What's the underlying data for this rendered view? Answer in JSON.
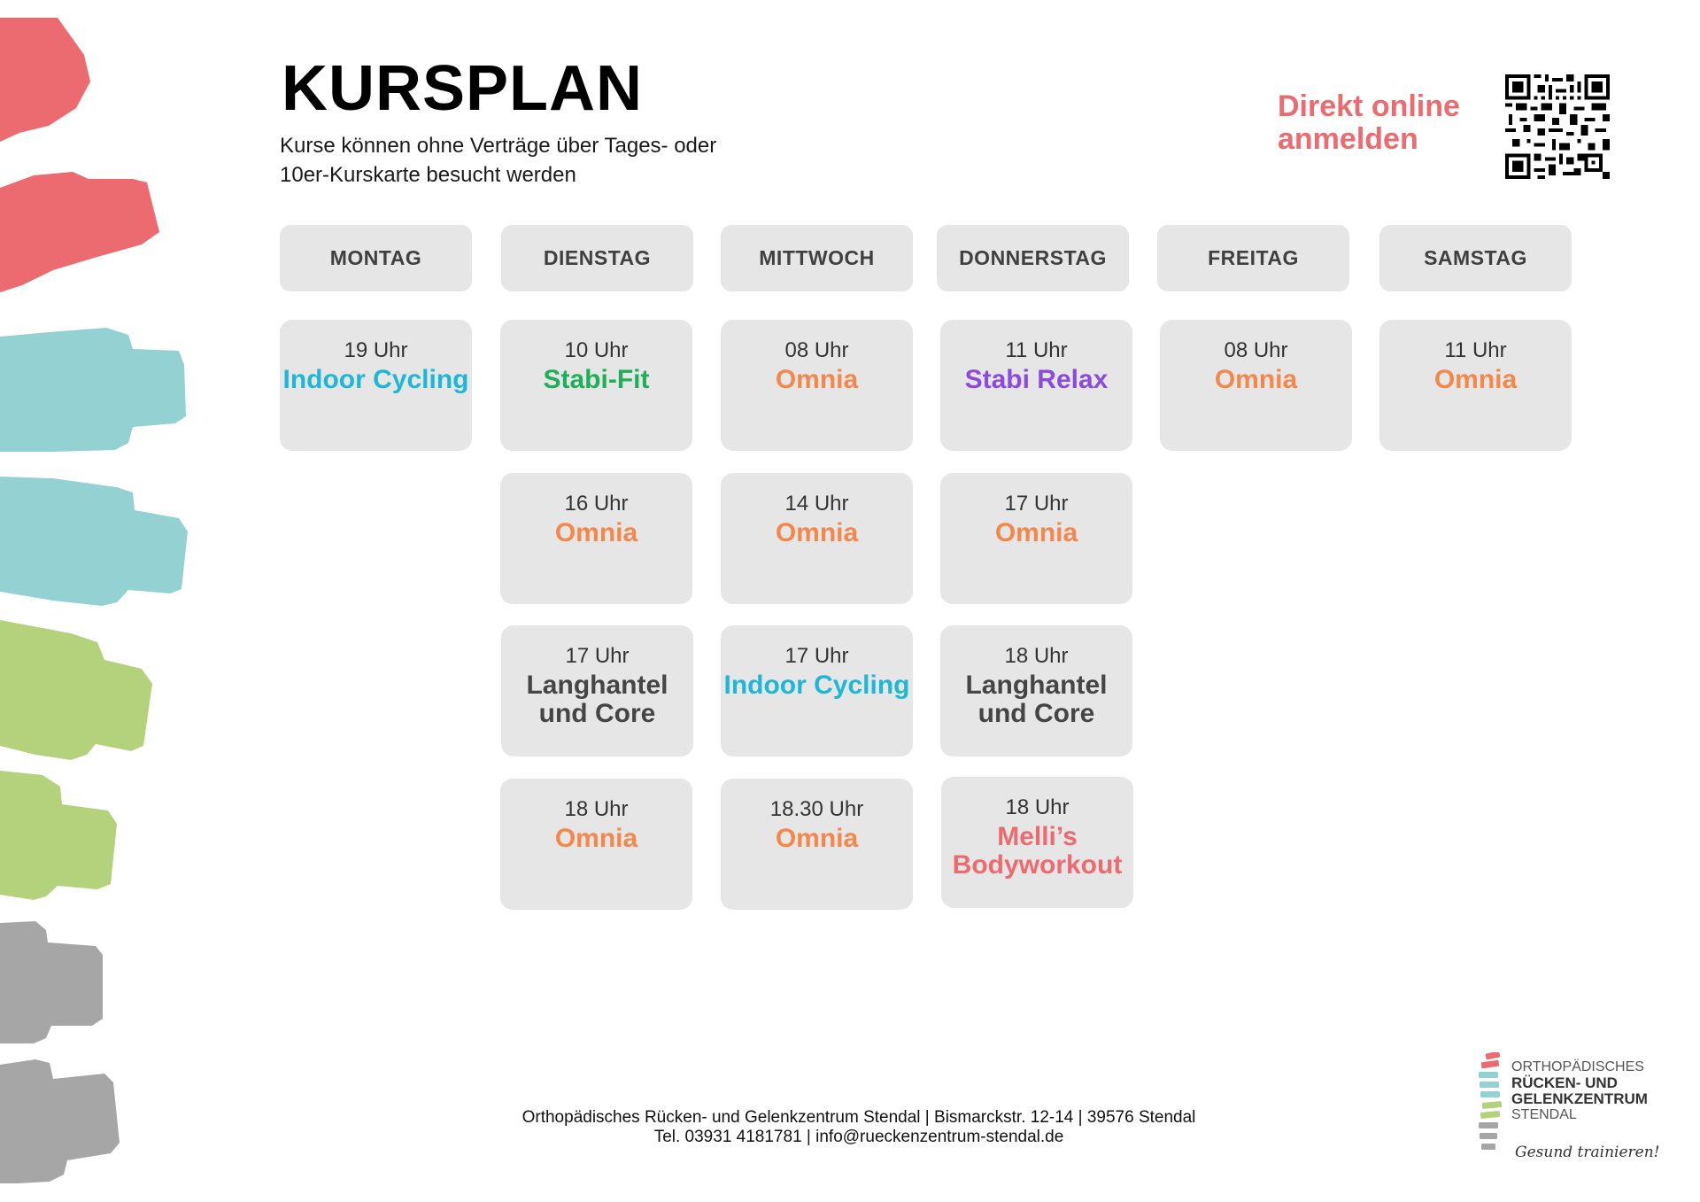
{
  "header": {
    "title": "KURSPLAN",
    "subtitle": "Kurse können ohne Verträge über Tages- oder 10er-Kurskarte besucht werden",
    "signup": "Direkt online anmelden",
    "qr_icon": "qr-code-icon"
  },
  "colors": {
    "cyan": "#1fb7d5",
    "green": "#1fae5a",
    "orange": "#f4874b",
    "purple": "#8b4bdf",
    "dark": "#454545",
    "pink": "#ec6b70",
    "card": "#e6e6e6"
  },
  "days": [
    {
      "name": "MONTAG",
      "slots": [
        {
          "time": "19 Uhr",
          "course": "Indoor Cycling",
          "color": "#1fb7d5"
        }
      ]
    },
    {
      "name": "DIENSTAG",
      "slots": [
        {
          "time": "10 Uhr",
          "course": "Stabi-Fit",
          "color": "#1fae5a"
        },
        {
          "time": "16 Uhr",
          "course": "Omnia",
          "color": "#f4874b"
        },
        {
          "time": "17 Uhr",
          "course": "Langhantel und Core",
          "color": "#454545"
        },
        {
          "time": "18 Uhr",
          "course": "Omnia",
          "color": "#f4874b"
        }
      ]
    },
    {
      "name": "MITTWOCH",
      "slots": [
        {
          "time": "08 Uhr",
          "course": "Omnia",
          "color": "#f4874b"
        },
        {
          "time": "14 Uhr",
          "course": "Omnia",
          "color": "#f4874b"
        },
        {
          "time": "17 Uhr",
          "course": "Indoor Cycling",
          "color": "#1fb7d5"
        },
        {
          "time": "18.30 Uhr",
          "course": "Omnia",
          "color": "#f4874b"
        }
      ]
    },
    {
      "name": "DONNERSTAG",
      "slots": [
        {
          "time": "11 Uhr",
          "course": "Stabi Relax",
          "color": "#8b4bdf"
        },
        {
          "time": "17 Uhr",
          "course": "Omnia",
          "color": "#f4874b"
        },
        {
          "time": "18 Uhr",
          "course": "Langhantel und Core",
          "color": "#454545"
        },
        {
          "time": "18 Uhr",
          "course": "Melli’s Bodyworkout",
          "color": "#ec6b70"
        }
      ]
    },
    {
      "name": "FREITAG",
      "slots": [
        {
          "time": "08 Uhr",
          "course": "Omnia",
          "color": "#f4874b"
        }
      ]
    },
    {
      "name": "SAMSTAG",
      "slots": [
        {
          "time": "11 Uhr",
          "course": "Omnia",
          "color": "#f4874b"
        }
      ]
    }
  ],
  "footer": {
    "line1": "Orthopädisches Rücken- und  Gelenkzentrum Stendal | Bismarckstr. 12-14 | 39576 Stendal",
    "line2": "Tel. 03931 4181781 | info@rueckenzentrum-stendal.de"
  },
  "logo": {
    "line1": "ORTHOPÄDISCHES",
    "line2": "RÜCKEN- UND",
    "line3": "GELENKZENTRUM",
    "line4": "STENDAL",
    "slogan": "Gesund trainieren!",
    "icon": "spine-logo-icon"
  }
}
